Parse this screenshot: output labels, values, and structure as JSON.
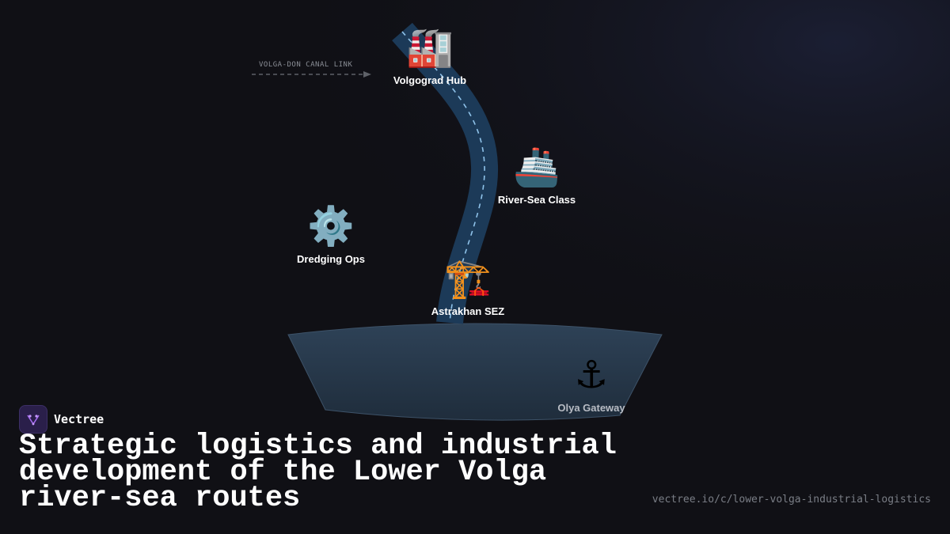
{
  "diagram": {
    "canal_label": "VOLGA-DON CANAL LINK",
    "nodes": [
      {
        "id": "volgograd",
        "label": "Volgograd Hub",
        "icon": "factory-icon",
        "glyph": "🏭"
      },
      {
        "id": "river-sea",
        "label": "River-Sea Class",
        "icon": "ship-icon",
        "glyph": "🚢"
      },
      {
        "id": "dredging",
        "label": "Dredging Ops",
        "icon": "gear-icon",
        "glyph": "⚙️"
      },
      {
        "id": "astrakhan",
        "label": "Astrakhan SEZ",
        "icon": "crane-icon",
        "glyph": "🏗️"
      },
      {
        "id": "olya",
        "label": "Olya Gateway",
        "icon": "anchor-icon",
        "glyph": "⚓"
      }
    ]
  },
  "brand": {
    "name": "Vectree"
  },
  "headline": "Strategic logistics and industrial development of the Lower Volga river-sea routes",
  "url": "vectree.io/c/lower-volga-industrial-logistics",
  "colors": {
    "background": "#101015",
    "river": "#1c3a58",
    "river_dash": "#8fc3ea",
    "sea": "#2c3e52",
    "brand_accent": "#a66cf0"
  }
}
